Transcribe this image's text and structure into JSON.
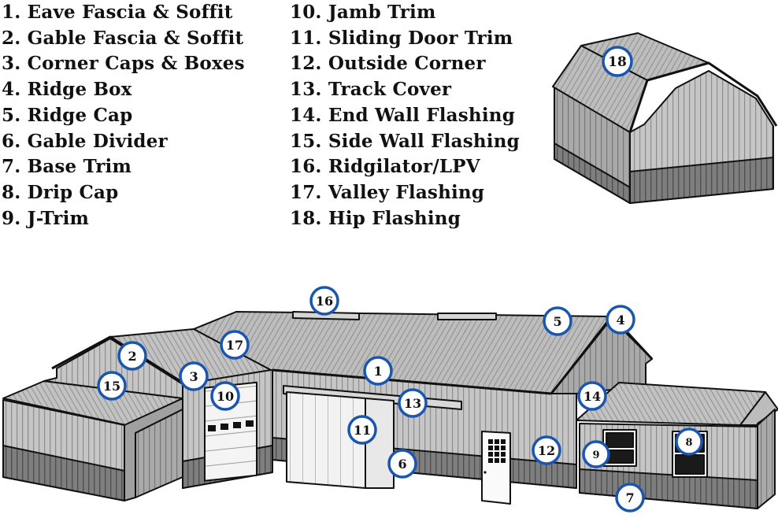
{
  "legend": {
    "left": [
      {
        "num": "1.",
        "label": "Eave Fascia & Soffit"
      },
      {
        "num": "2.",
        "label": "Gable Fascia & Soffit"
      },
      {
        "num": "3.",
        "label": "Corner Caps & Boxes"
      },
      {
        "num": "4.",
        "label": "Ridge Box"
      },
      {
        "num": "5.",
        "label": "Ridge Cap"
      },
      {
        "num": "6.",
        "label": "Gable Divider"
      },
      {
        "num": "7.",
        "label": "Base Trim"
      },
      {
        "num": "8.",
        "label": "Drip Cap"
      },
      {
        "num": "9.",
        "label": "J-Trim"
      }
    ],
    "right": [
      {
        "num": "10.",
        "label": "Jamb Trim"
      },
      {
        "num": "11.",
        "label": "Sliding Door Trim"
      },
      {
        "num": "12.",
        "label": "Outside Corner"
      },
      {
        "num": "13.",
        "label": "Track Cover"
      },
      {
        "num": "14.",
        "label": "End Wall Flashing"
      },
      {
        "num": "15.",
        "label": "Side Wall Flashing"
      },
      {
        "num": "16.",
        "label": "Ridgilator/LPV"
      },
      {
        "num": "17.",
        "label": "Valley Flashing"
      },
      {
        "num": "18.",
        "label": "Hip Flashing"
      }
    ]
  },
  "callouts": [
    "18",
    "16",
    "5",
    "4",
    "2",
    "17",
    "3",
    "15",
    "10",
    "1",
    "13",
    "14",
    "11",
    "12",
    "6",
    "8",
    "9",
    "7"
  ],
  "colors": {
    "outline": "#111111",
    "wall": "#c4c4c4",
    "wall_shadow": "#a6a6a6",
    "roof": "#bcbcbc",
    "wainscot": "#7e7e7e",
    "door": "#f2f2f2",
    "badge_ring": "#1a56b0",
    "badge_fill": "#ffffff"
  }
}
